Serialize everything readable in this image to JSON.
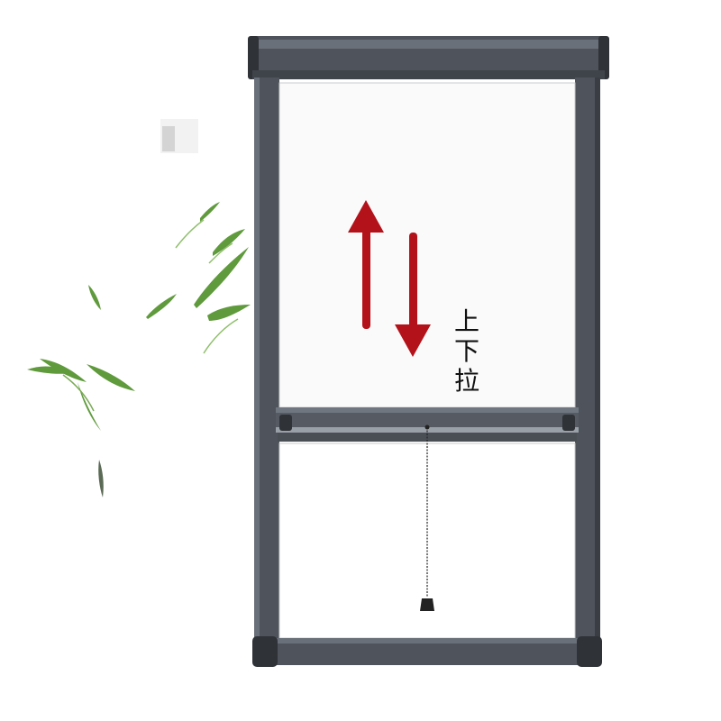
{
  "caption": {
    "lines": [
      "上",
      "下",
      "拉"
    ]
  },
  "colors": {
    "frame": "#4f545c",
    "frame_dark": "#2f3237",
    "frame_light": "#6a7079",
    "screen": "#fafafa",
    "arrow": "#b3121a",
    "leaf": "#5f9a3c",
    "leaf_dark": "#3f7a2a"
  },
  "icons": {
    "up_arrow": "arrow-up-icon",
    "down_arrow": "arrow-down-icon",
    "pull_handle": "pull-cord-icon",
    "plant": "bamboo-leaves-icon"
  }
}
